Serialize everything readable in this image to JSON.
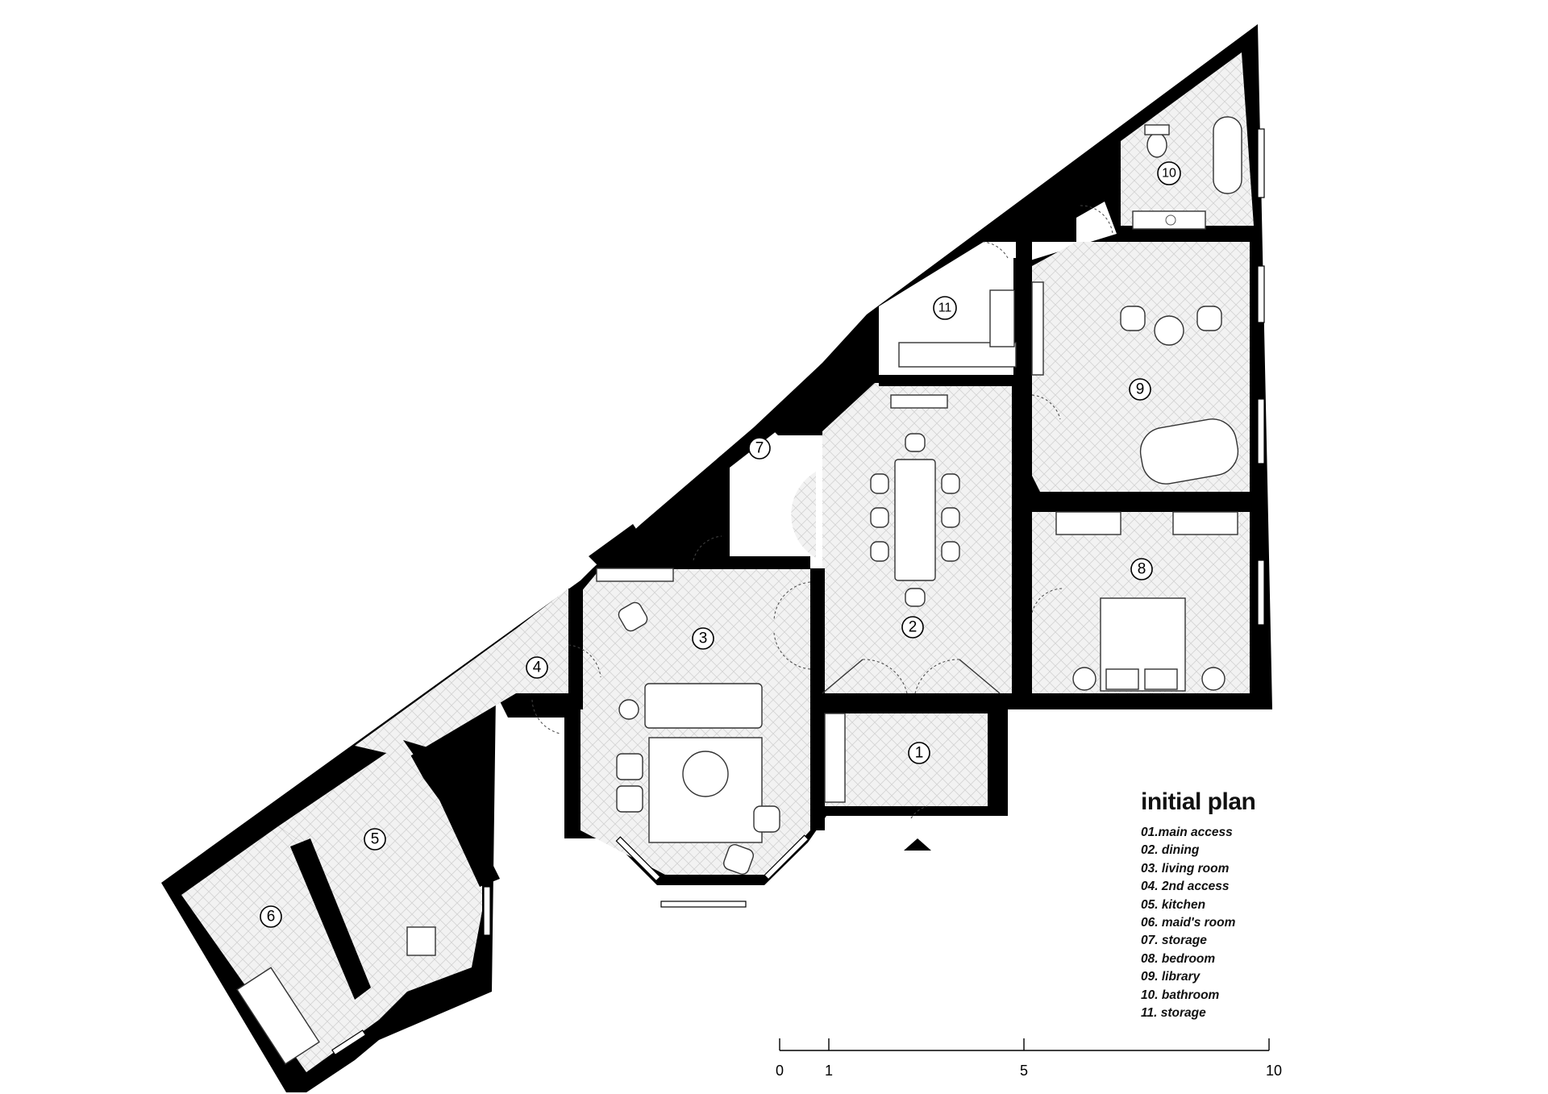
{
  "legend": {
    "title": "initial plan",
    "items": [
      "01.main access",
      "02. dining",
      "03. living room",
      "04. 2nd access",
      "05. kitchen",
      "06. maid's room",
      "07. storage",
      "08. bedroom",
      "09. library",
      "10. bathroom",
      "11. storage"
    ]
  },
  "rooms": {
    "r1": "1",
    "r2": "2",
    "r3": "3",
    "r4": "4",
    "r5": "5",
    "r6": "6",
    "r7": "7",
    "r8": "8",
    "r9": "9",
    "r10": "10",
    "r11": "11"
  },
  "scale": {
    "ticks": [
      "0",
      "1",
      "5",
      "10"
    ]
  }
}
